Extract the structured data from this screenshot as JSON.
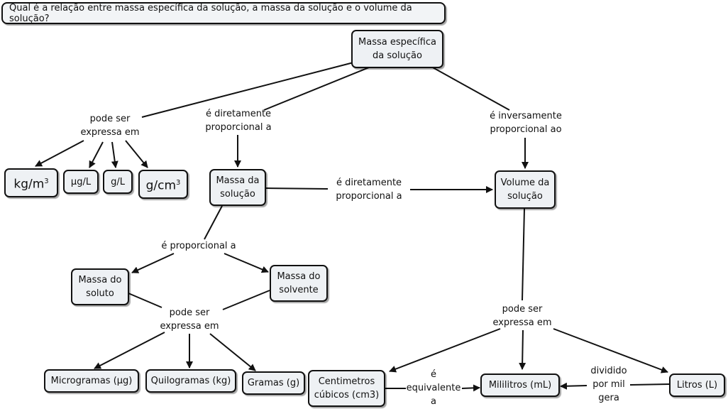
{
  "question": "Qual é a relação entre massa específica da solução, a massa da solução e o volume da solução?",
  "nodes": {
    "massa_especifica": "Massa específica\nda solução",
    "massa_solucao": "Massa da\nsolução",
    "volume_solucao": "Volume da\nsolução",
    "massa_soluto": "Massa do\nsoluto",
    "massa_solvente": "Massa do\nsolvente",
    "kg_m3": "kg/m",
    "kg_m3_exp": "3",
    "ug_l": "µg/L",
    "g_l": "g/L",
    "g_cm3": "g/cm",
    "g_cm3_exp": "3",
    "microgramas": "Microgramas (µg)",
    "quilogramas": "Quilogramas (kg)",
    "gramas": "Gramas (g)",
    "centimetros": "Centimetros\ncúbicos (cm3)",
    "mililitros": "Mililitros (mL)",
    "litros": "Litros (L)"
  },
  "links": {
    "pode_ser_expressa_1": "pode ser\nexpressa em",
    "diretamente_1": "é diretamente\nproporcional a",
    "inversamente": "é inversamente\nproporcional ao",
    "diretamente_2": "é diretamente\nproporcional a",
    "proporcional": "é proporcional a",
    "pode_ser_expressa_2": "pode ser\nexpressa em",
    "pode_ser_expressa_3": "pode ser\nexpressa em",
    "equivalente": "é\nequivalente\na",
    "dividido": "dividido\npor mil\ngera"
  }
}
